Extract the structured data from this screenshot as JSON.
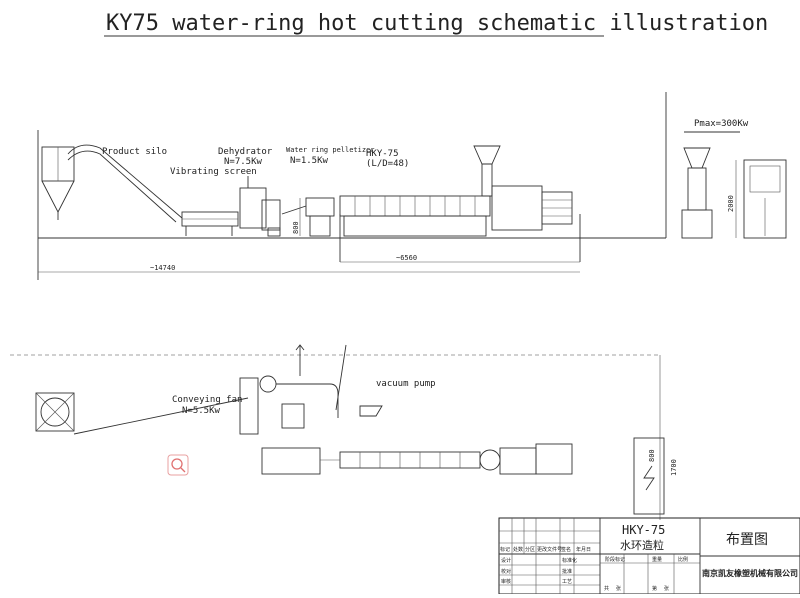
{
  "title": "KY75 water-ring hot cutting schematic illustration",
  "elevation_labels": {
    "product_silo": "Product silo",
    "dehydrator": "Dehydrator",
    "dehydrator_power": "N=7.5Kw",
    "water_ring_pelletizer": "Water ring pelletizer",
    "pelletizer_power": "N=1.5Kw",
    "vibrating_screen": "Vibrating screen",
    "extruder_model": "HKY-75",
    "extruder_ld": "(L/D=48)",
    "cabinet_power": "Pmax=300Kw"
  },
  "dimensions": {
    "total_length": "~14740",
    "extruder_length": "~6560",
    "cabinet_height": "2000",
    "pelletizer_height": "800",
    "panel_width": "800",
    "panel_height": "1700"
  },
  "plan_labels": {
    "conveying_fan": "Conveying fan",
    "fan_power": "N=5.5Kw",
    "vacuum_pump": "vacuum pump"
  },
  "title_block": {
    "model": "HKY-75",
    "process": "水环造粒",
    "drawing_name": "布置图",
    "company": "南京凯友橡塑机械有限公司",
    "header_cells": [
      "标记",
      "处数",
      "分区",
      "更改文件号",
      "签名",
      "年月日"
    ],
    "role_cells": [
      "设计",
      "",
      "校对",
      "",
      "审核",
      "",
      "工艺"
    ],
    "role_cells_2": [
      "标准化",
      "",
      "批准"
    ],
    "stage_cells": [
      "阶段标记",
      "重量",
      "比例"
    ],
    "sheet_cells": [
      "共",
      "张",
      "第",
      "张"
    ]
  }
}
